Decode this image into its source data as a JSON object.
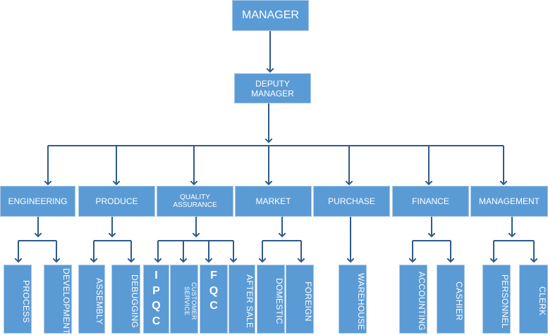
{
  "manager": "MANAGER",
  "deputy": "DEPUTY MANAGER",
  "departments": [
    {
      "name": "ENGINEERING",
      "subs": [
        "PROCESS",
        "DEVELOPMENT"
      ]
    },
    {
      "name": "PRODUCE",
      "subs": [
        "ASSEMBLY",
        "DEBUGGING"
      ]
    },
    {
      "name": "QUALITY ASSURANCE",
      "subs": [
        "IPQC",
        "CUSTOMER SERVICE",
        "FQC",
        "AFTER SALE"
      ]
    },
    {
      "name": "MARKET",
      "subs": [
        "DOMESTIC",
        "FOREIGN"
      ]
    },
    {
      "name": "PURCHASE",
      "subs": [
        "WAREHOUSE"
      ]
    },
    {
      "name": "FINANCE",
      "subs": [
        "ACCOUNTING",
        "CASHIER"
      ]
    },
    {
      "name": "MANAGEMENT",
      "subs": [
        "PERSONNEL",
        "CLERK"
      ]
    }
  ],
  "ipqc_letters": [
    "I",
    "P",
    "Q",
    "C"
  ],
  "fqc_letters": [
    "F",
    "Q",
    "C"
  ]
}
